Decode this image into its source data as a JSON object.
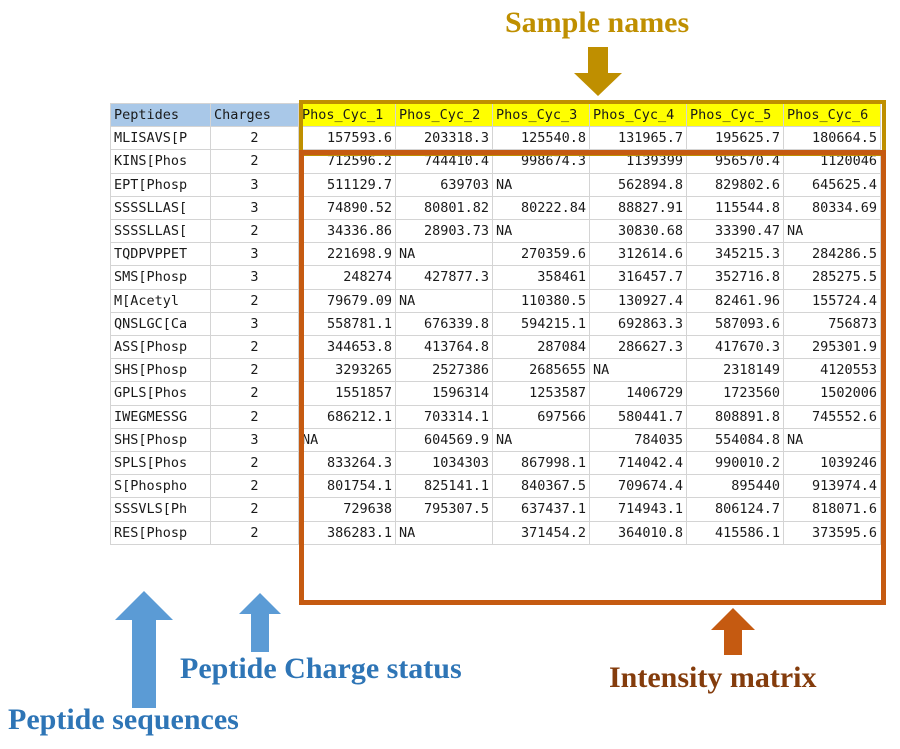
{
  "annotations": {
    "sample_names": {
      "label": "Sample names",
      "color": "#bf8f00",
      "arrow": "down-arrow-icon"
    },
    "intensity_matrix": {
      "label": "Intensity matrix",
      "color": "#843c0c",
      "arrow": "up-arrow-icon"
    },
    "charge_status": {
      "label": "Peptide Charge status",
      "color": "#2e75b6",
      "arrow": "up-arrow-icon"
    },
    "peptide_sequences": {
      "label": "Peptide sequences",
      "color": "#2e75b6",
      "arrow": "up-arrow-icon"
    }
  },
  "table": {
    "headers": {
      "peptides": "Peptides",
      "charges": "Charges",
      "samples": [
        "Phos_Cyc_1",
        "Phos_Cyc_2",
        "Phos_Cyc_3",
        "Phos_Cyc_4",
        "Phos_Cyc_5",
        "Phos_Cyc_6"
      ]
    },
    "rows": [
      {
        "peptide": "MLISAVS[P",
        "charge": "2",
        "values": [
          "157593.6",
          "203318.3",
          "125540.8",
          "131965.7",
          "195625.7",
          "180664.5"
        ]
      },
      {
        "peptide": "KINS[Phos",
        "charge": "2",
        "values": [
          "712596.2",
          "744410.4",
          "998674.3",
          "1139399",
          "956570.4",
          "1120046"
        ]
      },
      {
        "peptide": "EPT[Phosp",
        "charge": "3",
        "values": [
          "511129.7",
          "639703",
          "NA",
          "562894.8",
          "829802.6",
          "645625.4"
        ]
      },
      {
        "peptide": "SSSSLLAS[",
        "charge": "3",
        "values": [
          "74890.52",
          "80801.82",
          "80222.84",
          "88827.91",
          "115544.8",
          "80334.69"
        ]
      },
      {
        "peptide": "SSSSLLAS[",
        "charge": "2",
        "values": [
          "34336.86",
          "28903.73",
          "NA",
          "30830.68",
          "33390.47",
          "NA"
        ]
      },
      {
        "peptide": "TQDPVPPET",
        "charge": "3",
        "values": [
          "221698.9",
          "NA",
          "270359.6",
          "312614.6",
          "345215.3",
          "284286.5"
        ]
      },
      {
        "peptide": "SMS[Phosp",
        "charge": "3",
        "values": [
          "248274",
          "427877.3",
          "358461",
          "316457.7",
          "352716.8",
          "285275.5"
        ]
      },
      {
        "peptide": "M[Acetyl",
        "charge": "2",
        "values": [
          "79679.09",
          "NA",
          "110380.5",
          "130927.4",
          "82461.96",
          "155724.4"
        ]
      },
      {
        "peptide": "QNSLGC[Ca",
        "charge": "3",
        "values": [
          "558781.1",
          "676339.8",
          "594215.1",
          "692863.3",
          "587093.6",
          "756873"
        ]
      },
      {
        "peptide": "ASS[Phosp",
        "charge": "2",
        "values": [
          "344653.8",
          "413764.8",
          "287084",
          "286627.3",
          "417670.3",
          "295301.9"
        ]
      },
      {
        "peptide": "SHS[Phosp",
        "charge": "2",
        "values": [
          "3293265",
          "2527386",
          "2685655",
          "NA",
          "2318149",
          "4120553"
        ]
      },
      {
        "peptide": "GPLS[Phos",
        "charge": "2",
        "values": [
          "1551857",
          "1596314",
          "1253587",
          "1406729",
          "1723560",
          "1502006"
        ]
      },
      {
        "peptide": "IWEGMESSG",
        "charge": "2",
        "values": [
          "686212.1",
          "703314.1",
          "697566",
          "580441.7",
          "808891.8",
          "745552.6"
        ]
      },
      {
        "peptide": "SHS[Phosp",
        "charge": "3",
        "values": [
          "NA",
          "604569.9",
          "NA",
          "784035",
          "554084.8",
          "NA"
        ]
      },
      {
        "peptide": "SPLS[Phos",
        "charge": "2",
        "values": [
          "833264.3",
          "1034303",
          "867998.1",
          "714042.4",
          "990010.2",
          "1039246"
        ]
      },
      {
        "peptide": "S[Phospho",
        "charge": "2",
        "values": [
          "801754.1",
          "825141.1",
          "840367.5",
          "709674.4",
          "895440",
          "913974.4"
        ]
      },
      {
        "peptide": "SSSVLS[Ph",
        "charge": "2",
        "values": [
          "729638",
          "795307.5",
          "637437.1",
          "714943.1",
          "806124.7",
          "818071.6"
        ]
      },
      {
        "peptide": "RES[Phosp",
        "charge": "2",
        "values": [
          "386283.1",
          "NA",
          "371454.2",
          "364010.8",
          "415586.1",
          "373595.6"
        ]
      }
    ]
  }
}
